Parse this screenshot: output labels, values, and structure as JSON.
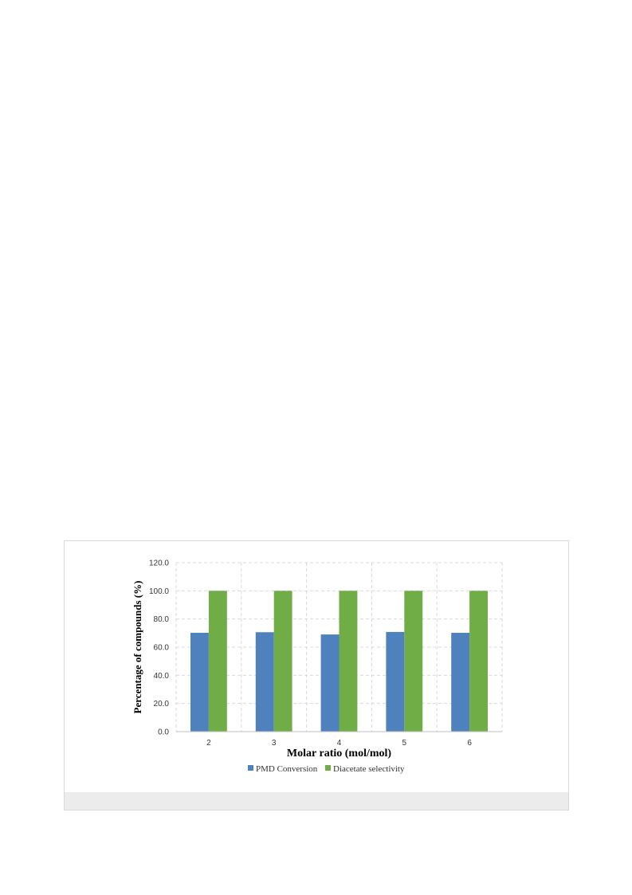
{
  "chart_data": {
    "type": "bar",
    "categories": [
      "2",
      "3",
      "4",
      "5",
      "6"
    ],
    "series": [
      {
        "name": "PMD Conversion",
        "color": "#4f81bd",
        "values": [
          70.2,
          70.6,
          69.0,
          70.8,
          70.2
        ]
      },
      {
        "name": "Diacetate selectivity",
        "color": "#70ad47",
        "values": [
          100.0,
          100.0,
          100.0,
          100.0,
          100.0
        ]
      }
    ],
    "xlabel": "Molar ratio (mol/mol)",
    "ylabel": "Percentage of compounds (%)",
    "ylim": [
      0,
      120
    ],
    "yticks": [
      "0.0",
      "20.0",
      "40.0",
      "60.0",
      "80.0",
      "100.0",
      "120.0"
    ],
    "grid": true,
    "legend_position": "bottom"
  }
}
